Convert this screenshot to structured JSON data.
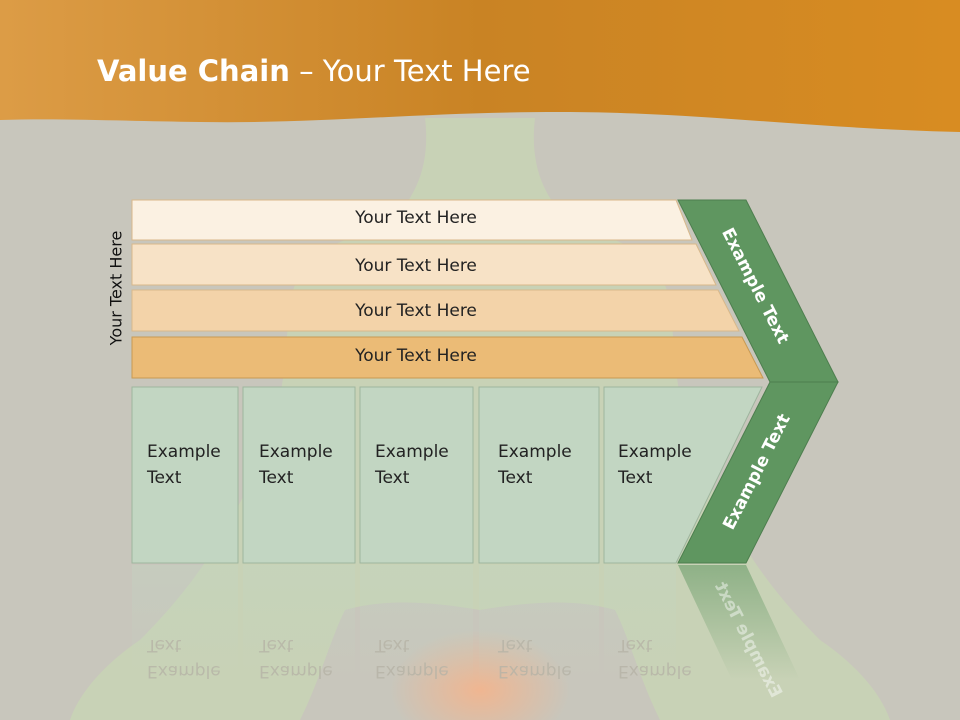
{
  "slide": {
    "title_bold": "Value Chain",
    "title_rest": " – Your Text Here",
    "side_label": "Your Text Here",
    "rows": [
      "Your Text Here",
      "Your Text Here",
      "Your Text Here",
      "Your Text Here"
    ],
    "columns": [
      "Example\nText",
      "Example\nText",
      "Example\nText",
      "Example\nText",
      "Example\nText"
    ],
    "chevron_top": "Example Text",
    "chevron_bottom": "Example Text",
    "colors": {
      "header": "#d68a2a",
      "row_fills": [
        "#fbf1e2",
        "#f7e2c6",
        "#f3d3a9",
        "#ebbb76"
      ],
      "column_fill": "#c2d6c2",
      "chevron": "#5f9660"
    }
  }
}
